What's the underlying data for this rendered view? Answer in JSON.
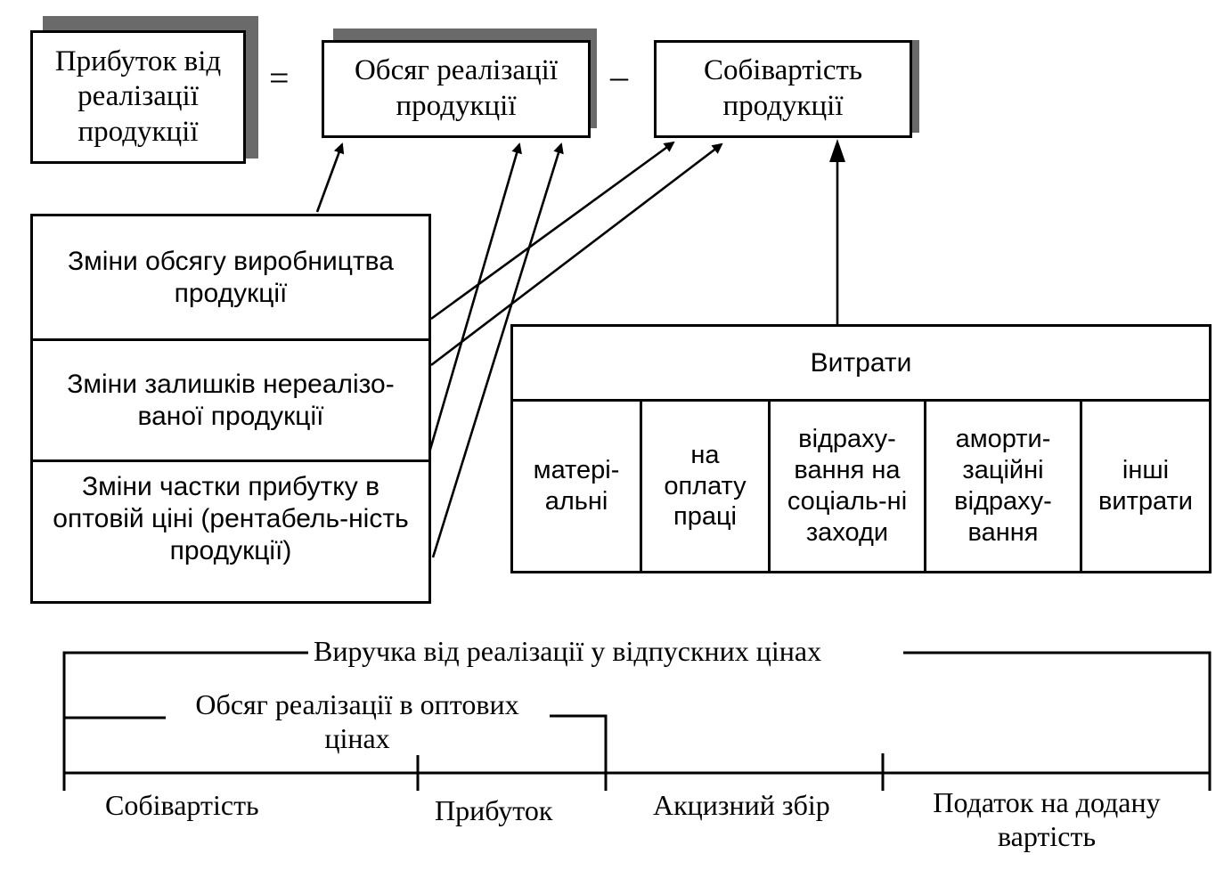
{
  "equation": {
    "profit": "Прибуток від реалізації продукції",
    "equals": "=",
    "sales_volume": "Обсяг реалізації продукції",
    "minus": "–",
    "cost": "Собівартість продукції"
  },
  "factors": [
    "Зміни обсягу виробництва продукції",
    "Зміни залишків нереалізо-ваної продукції",
    "Зміни частки прибутку в оптовій ціні (рентабель-ність продукції)"
  ],
  "expenses": {
    "title": "Витрати",
    "items": [
      "матері-альні",
      "на оплату праці",
      "відраху-вання на соціаль-ні заходи",
      "аморти-заційні відраху-вання",
      "інші витрати"
    ]
  },
  "revenue": {
    "total_label": "Виручка від реалізації у відпускних цінах",
    "wholesale_label": "Обсяг реалізації в оптових цінах",
    "segments": [
      "Собівартість",
      "Прибуток",
      "Акцизний збір",
      "Податок на додану вартість"
    ]
  }
}
